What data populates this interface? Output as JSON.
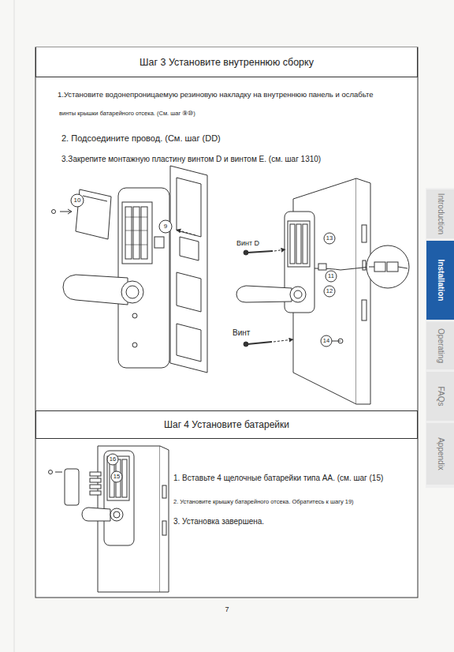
{
  "diagram": {
    "nodes": [
      {
        "text": [
          "Шаг 3 Установите внутреннюю сборку"
        ]
      },
      {
        "text": [
          "Шаг 4 Установите батарейки"
        ]
      },
      {
        "text": [
          "Introduction"
        ]
      },
      {
        "text": [
          "Installation"
        ]
      },
      {
        "text": [
          "Operating"
        ]
      },
      {
        "text": [
          "FAQs"
        ]
      },
      {
        "text": [
          "Appendix"
        ]
      }
    ],
    "labels": [
      "1.Установите водонепроницаемую резиновую накладку на внутреннюю панель и ослабьте",
      "винты крышки батарейного отсека. (См. шаг ⑨⑩)",
      "2. Подсоедините провод. (См. шаг (DD)",
      "3.Закрепите монтажную пластину винтом D и винтом E. (см. шаг 1310)",
      "10",
      "9",
      "Винт D",
      "13",
      "11",
      "12",
      "Винт",
      "14",
      "16",
      "15",
      "1. Вставьте 4 щелочные батарейки типа АА. (см. шаг (15)",
      "2. Установите крышку батарейного отсека. Обратитесь к шагу 19)",
      "3. Установка завершена.",
      "7"
    ]
  }
}
